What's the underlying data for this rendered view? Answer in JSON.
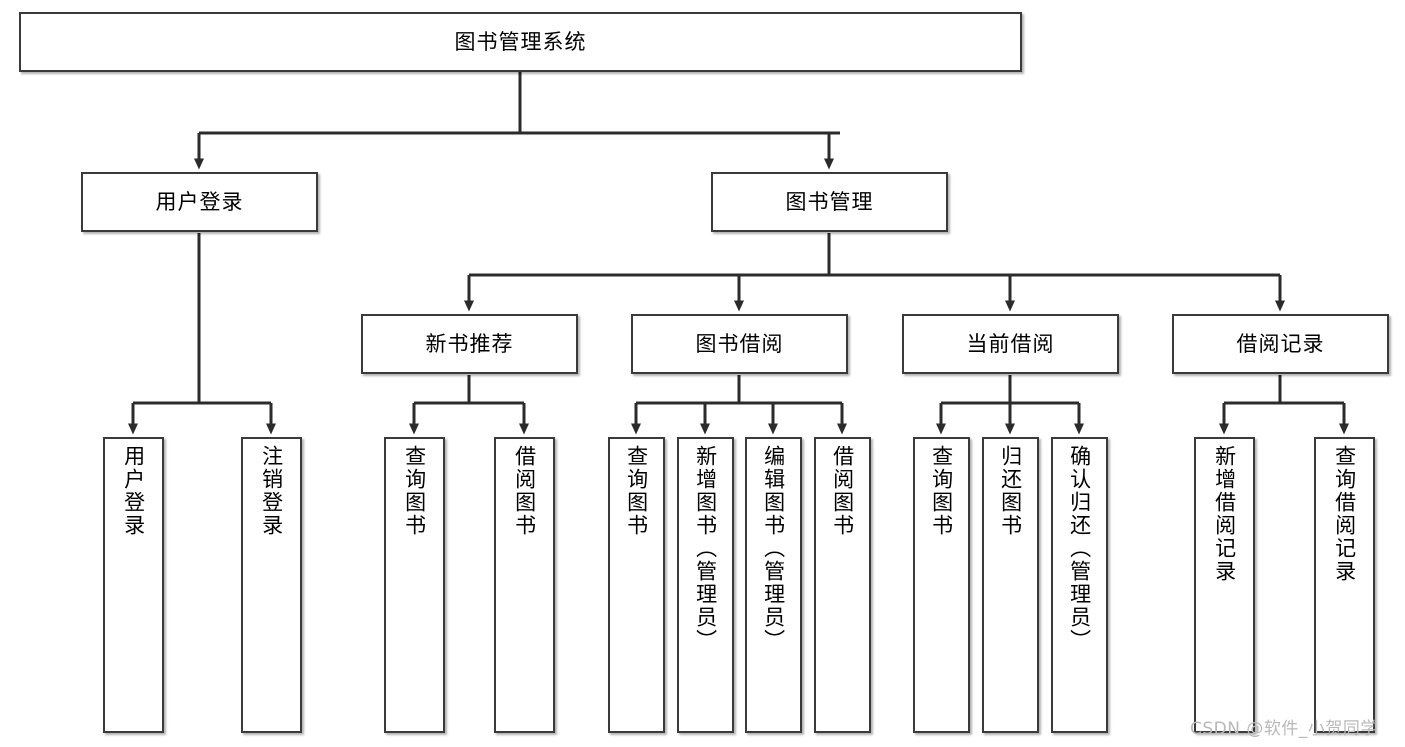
{
  "diagram": {
    "title": "图书管理系统",
    "type": "tree-structure-chart",
    "watermark": "CSDN @软件_小贺同学",
    "root": {
      "id": "root",
      "label": "图书管理系统"
    },
    "level2": [
      {
        "id": "user-login",
        "label": "用户登录"
      },
      {
        "id": "book-manage",
        "label": "图书管理"
      }
    ],
    "level3": [
      {
        "id": "new-book-recommend",
        "label": "新书推荐",
        "parent": "book-manage"
      },
      {
        "id": "book-borrow",
        "label": "图书借阅",
        "parent": "book-manage"
      },
      {
        "id": "current-borrow",
        "label": "当前借阅",
        "parent": "book-manage"
      },
      {
        "id": "borrow-record",
        "label": "借阅记录",
        "parent": "book-manage"
      }
    ],
    "leaves": [
      {
        "id": "leaf-user-login",
        "label": "用户登录",
        "parent": "user-login"
      },
      {
        "id": "leaf-logout-login",
        "label": "注销登录",
        "parent": "user-login"
      },
      {
        "id": "leaf-query-book-1",
        "label": "查询图书",
        "parent": "new-book-recommend"
      },
      {
        "id": "leaf-borrow-book-1",
        "label": "借阅图书",
        "parent": "new-book-recommend"
      },
      {
        "id": "leaf-query-book-2",
        "label": "查询图书",
        "parent": "book-borrow"
      },
      {
        "id": "leaf-add-book",
        "label": "新增图书（管理员）",
        "parent": "book-borrow"
      },
      {
        "id": "leaf-edit-book",
        "label": "编辑图书（管理员）",
        "parent": "book-borrow"
      },
      {
        "id": "leaf-borrow-book-2",
        "label": "借阅图书",
        "parent": "book-borrow"
      },
      {
        "id": "leaf-query-book-3",
        "label": "查询图书",
        "parent": "current-borrow"
      },
      {
        "id": "leaf-return-book",
        "label": "归还图书",
        "parent": "current-borrow"
      },
      {
        "id": "leaf-confirm-return",
        "label": "确认归还（管理员）",
        "parent": "current-borrow"
      },
      {
        "id": "leaf-add-record",
        "label": "新增借阅记录",
        "parent": "borrow-record"
      },
      {
        "id": "leaf-query-record",
        "label": "查询借阅记录",
        "parent": "borrow-record"
      }
    ],
    "colors": {
      "box_border": "#3a3a3a",
      "box_fill": "#ffffff",
      "connector": "#2b2b2b",
      "text": "#000000",
      "watermark": "#b9b9b9",
      "background": "#ffffff"
    }
  }
}
